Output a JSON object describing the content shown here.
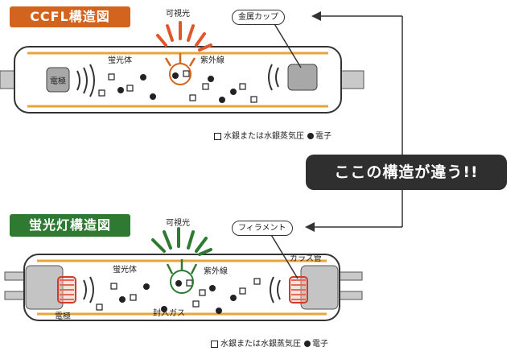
{
  "ccfl": {
    "title": "CCFL構造図",
    "visible_light": "可視光",
    "phosphor": "蛍光体",
    "ultraviolet": "紫外線",
    "electrode": "電極",
    "metal_cup": "金属カップ",
    "legend_mercury": "水銀または水銀蒸気圧",
    "legend_electron": "電子"
  },
  "fluorescent": {
    "title": "蛍光灯構造図",
    "visible_light": "可視光",
    "phosphor": "蛍光体",
    "ultraviolet": "紫外線",
    "electrode": "電極",
    "filament": "フィラメント",
    "glass_tube": "ガラス管",
    "fill_gas": "封入ガス",
    "legend_mercury": "水銀または水銀蒸気圧",
    "legend_electron": "電子"
  },
  "banner": "ここの構造が違う!!",
  "colors": {
    "ccfl_accent": "#d2641e",
    "fluorescent_accent": "#2f7a33",
    "banner_bg": "#2f2f2f",
    "phosphor_line": "#e8a53a"
  }
}
